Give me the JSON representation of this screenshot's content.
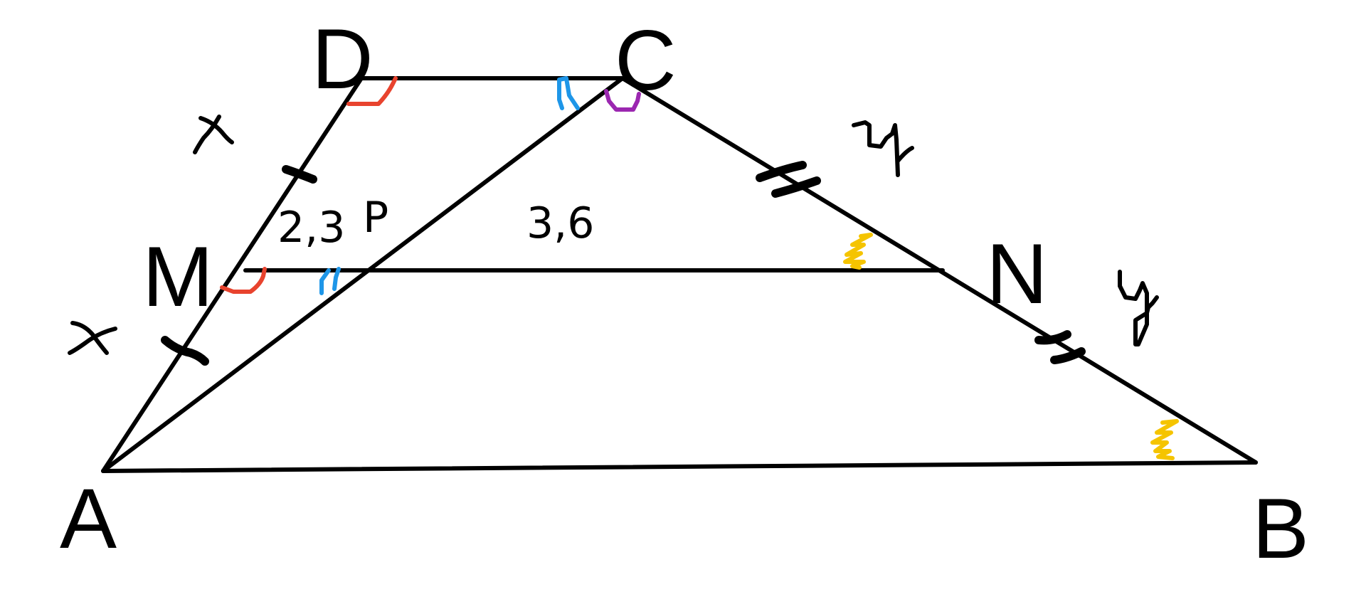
{
  "labels": {
    "A": "A",
    "B": "B",
    "C": "C",
    "D": "D",
    "M": "M",
    "N": "N",
    "P": "P",
    "val_mp": "2,3",
    "val_pn": "3,6",
    "x_upper": "x",
    "x_lower": "x",
    "y_upper": "y",
    "y_lower": "y"
  },
  "colors": {
    "line": "#000000",
    "red_mark": "#e8432e",
    "blue_mark": "#1e96e8",
    "purple_mark": "#9b27b0",
    "yellow_mark": "#f5c400"
  }
}
